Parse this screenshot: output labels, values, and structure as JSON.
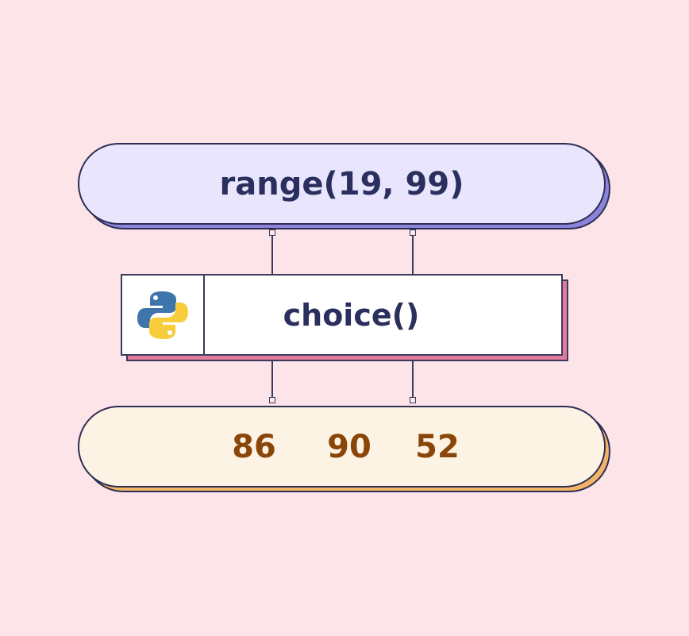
{
  "input": {
    "label": "range(19, 99)"
  },
  "function": {
    "label": "choice()",
    "icon": "python-logo-icon"
  },
  "output": {
    "values": [
      "86",
      "90",
      "52"
    ]
  },
  "colors": {
    "background": "#fde4e8",
    "input_fill": "#e8e5fd",
    "input_shadow": "#8c84d8",
    "output_fill": "#fdf3e4",
    "output_shadow": "#f1b564",
    "function_shadow": "#e07b9e",
    "text_dark": "#2b2f5e",
    "text_output": "#8a4608"
  }
}
